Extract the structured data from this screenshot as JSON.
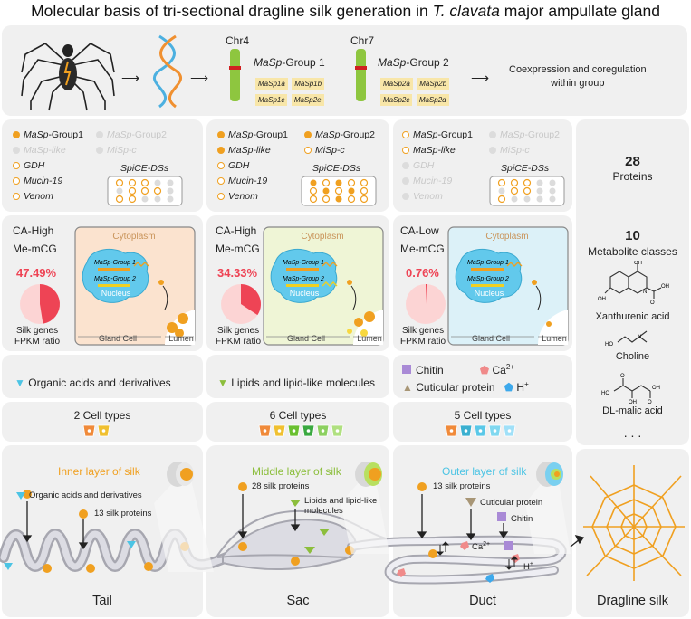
{
  "title": {
    "prefix": "Molecular basis of tri-sectional dragline silk generation in ",
    "species": "T. clavata",
    "suffix": " major ampullate gland"
  },
  "genome": {
    "chr4": "Chr4",
    "chr7": "Chr7",
    "group1": {
      "italic": "MaSp",
      "rest": "-Group 1",
      "genes": [
        "MaSp1a",
        "MaSp1b",
        "MaSp1c",
        "MaSp2e"
      ]
    },
    "group2": {
      "italic": "MaSp",
      "rest": "-Group 2",
      "genes": [
        "MaSp2a",
        "MaSp2b",
        "MaSp2c",
        "MaSp2d"
      ]
    },
    "coexpression": [
      "Coexpression and coregulation",
      "within group"
    ]
  },
  "legend": {
    "masp_group1": "MaSp-Group1",
    "masp_group2": "MaSp-Group2",
    "masp_like": "MaSp-like",
    "misp_c": "MiSp-c",
    "gdh": "GDH",
    "mucin": "Mucin-19",
    "venom": "Venom",
    "spice": "SpiCE-DSs"
  },
  "proteins": {
    "count": "28",
    "label": "Proteins"
  },
  "metabolites": {
    "count": "10",
    "label": "Metabolite classes",
    "compounds": [
      "Xanthurenic acid",
      "Choline",
      "DL-malic acid"
    ],
    "ellipsis": ". . ."
  },
  "sections": [
    {
      "ca": "CA-High",
      "me": "Me-mCG",
      "pct": "47.49%",
      "pct_value": 47.49,
      "color": "#fbe3cf",
      "metabolite": "Organic acids and derivatives",
      "cell_types": "2 Cell types"
    },
    {
      "ca": "CA-High",
      "me": "Me-mCG",
      "pct": "34.33%",
      "pct_value": 34.33,
      "color": "#eff5d6",
      "metabolite": "Lipids and lipid-like molecules",
      "cell_types": "6 Cell types"
    },
    {
      "ca": "CA-Low",
      "me": "Me-mCG",
      "pct": "0.76%",
      "pct_value": 0.76,
      "color": "#dcf1f8",
      "metabolite": "",
      "cell_types": "5 Cell types"
    }
  ],
  "cell_diagram": {
    "cytoplasm": "Cytoplasm",
    "nucleus": "Nucleus",
    "g1": "MaSp-Group 1",
    "g2": "MaSp-Group 2",
    "gland_cell": "Gland Cell",
    "lumen": "Lumen"
  },
  "silk_genes": [
    "Silk genes",
    "FPKM ratio"
  ],
  "duct_extra": {
    "chitin": "Chitin",
    "cuticular": "Cuticular protein",
    "ca": "Ca",
    "ca_sup": "2+",
    "h": "H",
    "h_sup": "+"
  },
  "gland": {
    "tail": {
      "layer": "Inner layer of silk",
      "acids": "Organic acids and derivatives",
      "proteins": "13 silk proteins"
    },
    "sac": {
      "layer": "Middle layer of silk",
      "proteins": "28 silk proteins",
      "lipids": [
        "Lipids and lipid-like",
        "molecules"
      ]
    },
    "duct": {
      "layer": "Outer layer of silk",
      "proteins": "13 silk proteins",
      "cuticular": "Cuticular protein",
      "chitin": "Chitin",
      "ca": "Ca",
      "ca_sup": "2+",
      "h": "H",
      "h_sup": "+"
    }
  },
  "regions": [
    "Tail",
    "Sac",
    "Duct",
    "Dragline silk"
  ],
  "colors": {
    "orange": "#f0a020",
    "pink": "#ee4455",
    "cyan": "#4cc4e4",
    "green": "#8cbe3c",
    "purple": "#a98ad6",
    "tan": "#a89676",
    "blue": "#3da9ec",
    "panel": "#f0f0f0"
  }
}
